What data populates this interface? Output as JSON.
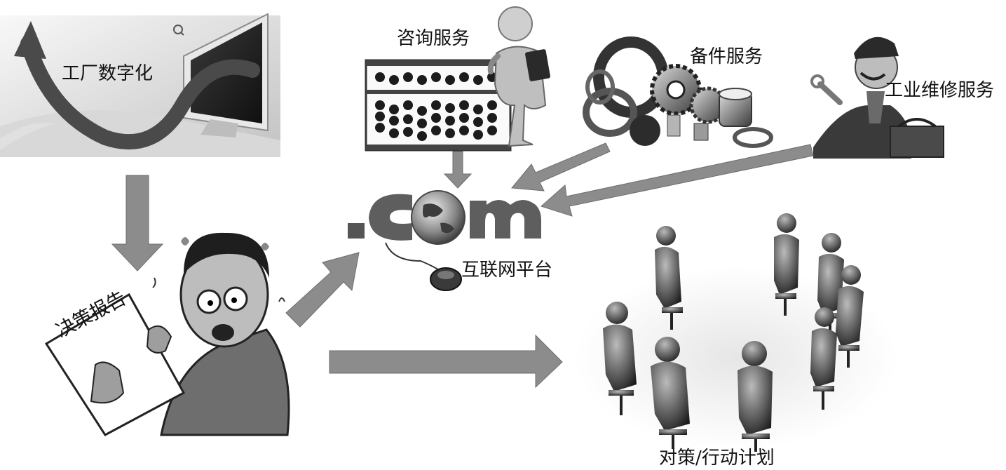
{
  "labels": {
    "factory_digitization": "工厂数字化",
    "consulting_service": "咨询服务",
    "spare_parts_service": "备件服务",
    "industrial_repair_service": "工业维修服务",
    "internet_platform": "互联网平台",
    "decision_report": "决策报告",
    "action_plan": "对策/行动计划"
  },
  "logo_text": ".com",
  "colors": {
    "arrow": "#8c8c8c",
    "dark": "#2a2a2a",
    "mid": "#6e6e6e",
    "light": "#cfcfcf"
  },
  "icons": [
    "monitor-icon",
    "abacus-icon",
    "gears-icon",
    "mechanic-icon",
    "globe-icon",
    "mouse-icon",
    "worried-man-icon",
    "meeting-circle-icon"
  ]
}
